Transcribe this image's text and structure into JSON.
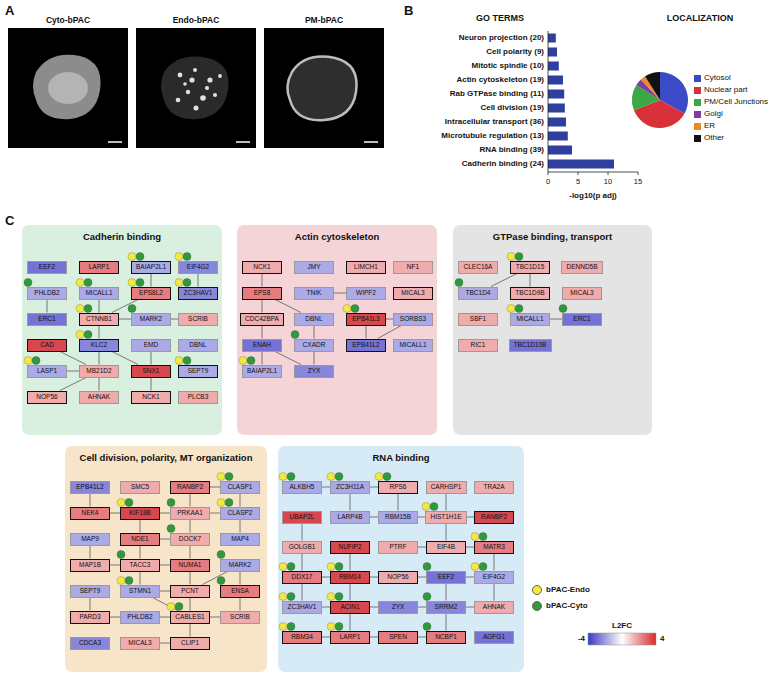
{
  "diagram": {
    "nodes": [
      {
        "text": [
          "Cadherin binding"
        ]
      },
      {
        "text": [
          "EEF2"
        ],
        "in": 0
      },
      {
        "text": [
          "LARP1"
        ],
        "in": 0
      },
      {
        "text": [
          "BAIAP2L1"
        ],
        "in": 0
      },
      {
        "text": [
          "EIF4G2"
        ],
        "in": 0
      },
      {
        "text": [
          "PHLDB2"
        ],
        "in": 0
      },
      {
        "text": [
          "MICALL1"
        ],
        "in": 0
      },
      {
        "text": [
          "EPS8L2"
        ],
        "in": 0
      },
      {
        "text": [
          "ZC3HAV1"
        ],
        "in": 0
      },
      {
        "text": [
          "ERC1"
        ],
        "in": 0
      },
      {
        "text": [
          "CTNNB1"
        ],
        "in": 0
      },
      {
        "text": [
          "MARK2"
        ],
        "in": 0
      },
      {
        "text": [
          "SCRIB"
        ],
        "in": 0
      },
      {
        "text": [
          "CAD"
        ],
        "in": 0
      },
      {
        "text": [
          "KLC2"
        ],
        "in": 0
      },
      {
        "text": [
          "EMD"
        ],
        "in": 0
      },
      {
        "text": [
          "DBNL"
        ],
        "in": 0
      },
      {
        "text": [
          "LASP1"
        ],
        "in": 0
      },
      {
        "text": [
          "MB21D2"
        ],
        "in": 0
      },
      {
        "text": [
          "SNX1"
        ],
        "in": 0
      },
      {
        "text": [
          "SEPT9"
        ],
        "in": 0
      },
      {
        "text": [
          "NOP56"
        ],
        "in": 0
      },
      {
        "text": [
          "AHNAK"
        ],
        "in": 0
      },
      {
        "text": [
          "NCK1"
        ],
        "in": 0
      },
      {
        "text": [
          "PLCB3"
        ],
        "in": 0
      },
      {
        "text": [
          "Actin cytoskeleton"
        ]
      },
      {
        "text": [
          "NCK1"
        ],
        "in": 25
      },
      {
        "text": [
          "JMY"
        ],
        "in": 25
      },
      {
        "text": [
          "LIMCH1"
        ],
        "in": 25
      },
      {
        "text": [
          "NF1"
        ],
        "in": 25
      },
      {
        "text": [
          "EPS8"
        ],
        "in": 25
      },
      {
        "text": [
          "TNIK"
        ],
        "in": 25
      },
      {
        "text": [
          "WIPF2"
        ],
        "in": 25
      },
      {
        "text": [
          "MICAL3"
        ],
        "in": 25
      },
      {
        "text": [
          "CDC42BPA"
        ],
        "in": 25
      },
      {
        "text": [
          "DBNL"
        ],
        "in": 25
      },
      {
        "text": [
          "EPB41L3"
        ],
        "in": 25
      },
      {
        "text": [
          "SORBS3"
        ],
        "in": 25
      },
      {
        "text": [
          "ENAH"
        ],
        "in": 25
      },
      {
        "text": [
          "CXADR"
        ],
        "in": 25
      },
      {
        "text": [
          "EPB41L2"
        ],
        "in": 25
      },
      {
        "text": [
          "MICALL1"
        ],
        "in": 25
      },
      {
        "text": [
          "BAIAP2L1"
        ],
        "in": 25
      },
      {
        "text": [
          "ZYX"
        ],
        "in": 25
      },
      {
        "text": [
          "GTPase binding, transport"
        ]
      },
      {
        "text": [
          "CLEC16A"
        ],
        "in": 44
      },
      {
        "text": [
          "TBC1D15"
        ],
        "in": 44
      },
      {
        "text": [
          "DENND5B"
        ],
        "in": 44
      },
      {
        "text": [
          "TBC1D4"
        ],
        "in": 44
      },
      {
        "text": [
          "TBC1D9B"
        ],
        "in": 44
      },
      {
        "text": [
          "MICAL3"
        ],
        "in": 44
      },
      {
        "text": [
          "SBF1"
        ],
        "in": 44
      },
      {
        "text": [
          "MICALL1"
        ],
        "in": 44
      },
      {
        "text": [
          "ERC1"
        ],
        "in": 44
      },
      {
        "text": [
          "RIC1"
        ],
        "in": 44
      },
      {
        "text": [
          "TBC1D10B"
        ],
        "in": 44
      },
      {
        "text": [
          "Cell division, polarity, MT organization"
        ]
      },
      {
        "text": [
          "EPB41L2"
        ],
        "in": 56
      },
      {
        "text": [
          "SMC5"
        ],
        "in": 56
      },
      {
        "text": [
          "RANBP2"
        ],
        "in": 56
      },
      {
        "text": [
          "CLASP1"
        ],
        "in": 56
      },
      {
        "text": [
          "NEK4"
        ],
        "in": 56
      },
      {
        "text": [
          "KIF18B"
        ],
        "in": 56
      },
      {
        "text": [
          "PRKAA1"
        ],
        "in": 56
      },
      {
        "text": [
          "CLASP2"
        ],
        "in": 56
      },
      {
        "text": [
          "MAP9"
        ],
        "in": 56
      },
      {
        "text": [
          "NDE1"
        ],
        "in": 56
      },
      {
        "text": [
          "DOCK7"
        ],
        "in": 56
      },
      {
        "text": [
          "MAP4"
        ],
        "in": 56
      },
      {
        "text": [
          "MAP1B"
        ],
        "in": 56
      },
      {
        "text": [
          "TACC3"
        ],
        "in": 56
      },
      {
        "text": [
          "NUMA1"
        ],
        "in": 56
      },
      {
        "text": [
          "MARK2"
        ],
        "in": 56
      },
      {
        "text": [
          "SEPT9"
        ],
        "in": 56
      },
      {
        "text": [
          "STMN1"
        ],
        "in": 56
      },
      {
        "text": [
          "PCNT"
        ],
        "in": 56
      },
      {
        "text": [
          "ENSA"
        ],
        "in": 56
      },
      {
        "text": [
          "PARD3"
        ],
        "in": 56
      },
      {
        "text": [
          "PHLDB2"
        ],
        "in": 56
      },
      {
        "text": [
          "CABLES1"
        ],
        "in": 56
      },
      {
        "text": [
          "SCRIB"
        ],
        "in": 56
      },
      {
        "text": [
          "CDCA3"
        ],
        "in": 56
      },
      {
        "text": [
          "MICAL3"
        ],
        "in": 56
      },
      {
        "text": [
          "CLIP1"
        ],
        "in": 56
      },
      {
        "text": [
          "RNA binding"
        ]
      },
      {
        "text": [
          "ALKBH5"
        ],
        "in": 84
      },
      {
        "text": [
          "ZC3H11A"
        ],
        "in": 84
      },
      {
        "text": [
          "RPS6"
        ],
        "in": 84
      },
      {
        "text": [
          "CARHSP1"
        ],
        "in": 84
      },
      {
        "text": [
          "TRA2A"
        ],
        "in": 84
      },
      {
        "text": [
          "UBAP2L"
        ],
        "in": 84
      },
      {
        "text": [
          "LARP4B"
        ],
        "in": 84
      },
      {
        "text": [
          "RBM15B"
        ],
        "in": 84
      },
      {
        "text": [
          "HIST1H1E"
        ],
        "in": 84
      },
      {
        "text": [
          "RANBP2"
        ],
        "in": 84
      },
      {
        "text": [
          "GOLGB1"
        ],
        "in": 84
      },
      {
        "text": [
          "NUFIP2"
        ],
        "in": 84
      },
      {
        "text": [
          "PTRF"
        ],
        "in": 84
      },
      {
        "text": [
          "EIF4B"
        ],
        "in": 84
      },
      {
        "text": [
          "MATR3"
        ],
        "in": 84
      },
      {
        "text": [
          "DDX17"
        ],
        "in": 84
      },
      {
        "text": [
          "RBM14"
        ],
        "in": 84
      },
      {
        "text": [
          "NOP56"
        ],
        "in": 84
      },
      {
        "text": [
          "EEF2"
        ],
        "in": 84
      },
      {
        "text": [
          "EIF4G2"
        ],
        "in": 84
      },
      {
        "text": [
          "ZC3HAV1"
        ],
        "in": 84
      },
      {
        "text": [
          "ACIN1"
        ],
        "in": 84
      },
      {
        "text": [
          "ZYX"
        ],
        "in": 84
      },
      {
        "text": [
          "SRRM2"
        ],
        "in": 84
      },
      {
        "text": [
          "AHNAK"
        ],
        "in": 84
      },
      {
        "text": [
          "RBM34"
        ],
        "in": 84
      },
      {
        "text": [
          "LARP1"
        ],
        "in": 84
      },
      {
        "text": [
          "SPEN"
        ],
        "in": 84
      },
      {
        "text": [
          "NCBP1"
        ],
        "in": 84
      },
      {
        "text": [
          "AGFG1"
        ],
        "in": 84
      }
    ],
    "edges": [
      {
        "from": 3,
        "to": 7,
        "arrow": "none"
      },
      {
        "from": 7,
        "to": 10,
        "arrow": "none"
      },
      {
        "from": 6,
        "to": 10,
        "arrow": "none"
      },
      {
        "from": 10,
        "to": 11,
        "arrow": "none"
      },
      {
        "from": 11,
        "to": 12,
        "arrow": "none"
      },
      {
        "from": 10,
        "to": 14,
        "arrow": "none"
      },
      {
        "from": 14,
        "to": 18,
        "arrow": "none"
      },
      {
        "from": 14,
        "to": 19,
        "arrow": "none"
      },
      {
        "from": 13,
        "to": 18,
        "arrow": "none"
      },
      {
        "from": 17,
        "to": 18,
        "arrow": "none"
      },
      {
        "from": 18,
        "to": 21,
        "arrow": "none"
      },
      {
        "from": 18,
        "to": 22,
        "arrow": "none"
      },
      {
        "from": 19,
        "to": 23,
        "arrow": "none"
      },
      {
        "from": 5,
        "to": 9,
        "arrow": "none"
      },
      {
        "from": 4,
        "to": 8,
        "arrow": "none"
      },
      {
        "from": 15,
        "to": 19,
        "arrow": "none"
      },
      {
        "from": 26,
        "to": 30,
        "arrow": "none"
      },
      {
        "from": 30,
        "to": 34,
        "arrow": "none"
      },
      {
        "from": 30,
        "to": 35,
        "arrow": "none"
      },
      {
        "from": 34,
        "to": 38,
        "arrow": "none"
      },
      {
        "from": 38,
        "to": 42,
        "arrow": "none"
      },
      {
        "from": 38,
        "to": 43,
        "arrow": "none"
      },
      {
        "from": 39,
        "to": 43,
        "arrow": "none"
      },
      {
        "from": 35,
        "to": 39,
        "arrow": "none"
      },
      {
        "from": 36,
        "to": 37,
        "arrow": "none"
      },
      {
        "from": 36,
        "to": 40,
        "arrow": "none"
      },
      {
        "from": 31,
        "to": 32,
        "arrow": "none"
      },
      {
        "from": 37,
        "to": 40,
        "arrow": "none"
      },
      {
        "from": 46,
        "to": 49,
        "arrow": "none"
      },
      {
        "from": 46,
        "to": 48,
        "arrow": "none"
      },
      {
        "from": 52,
        "to": 53,
        "arrow": "none"
      },
      {
        "from": 59,
        "to": 60,
        "arrow": "none"
      },
      {
        "from": 59,
        "to": 63,
        "arrow": "none"
      },
      {
        "from": 60,
        "to": 64,
        "arrow": "none"
      },
      {
        "from": 63,
        "to": 64,
        "arrow": "none"
      },
      {
        "from": 64,
        "to": 68,
        "arrow": "none"
      },
      {
        "from": 61,
        "to": 62,
        "arrow": "none"
      },
      {
        "from": 62,
        "to": 63,
        "arrow": "none"
      },
      {
        "from": 62,
        "to": 66,
        "arrow": "none"
      },
      {
        "from": 66,
        "to": 67,
        "arrow": "none"
      },
      {
        "from": 63,
        "to": 67,
        "arrow": "none"
      },
      {
        "from": 66,
        "to": 70,
        "arrow": "none"
      },
      {
        "from": 67,
        "to": 71,
        "arrow": "none"
      },
      {
        "from": 69,
        "to": 70,
        "arrow": "none"
      },
      {
        "from": 70,
        "to": 71,
        "arrow": "none"
      },
      {
        "from": 70,
        "to": 74,
        "arrow": "none"
      },
      {
        "from": 71,
        "to": 75,
        "arrow": "none"
      },
      {
        "from": 74,
        "to": 75,
        "arrow": "none"
      },
      {
        "from": 72,
        "to": 75,
        "arrow": "none"
      },
      {
        "from": 72,
        "to": 76,
        "arrow": "none"
      },
      {
        "from": 75,
        "to": 79,
        "arrow": "none"
      },
      {
        "from": 74,
        "to": 79,
        "arrow": "none"
      },
      {
        "from": 76,
        "to": 80,
        "arrow": "none"
      },
      {
        "from": 78,
        "to": 79,
        "arrow": "none"
      },
      {
        "from": 79,
        "to": 80,
        "arrow": "none"
      },
      {
        "from": 77,
        "to": 78,
        "arrow": "none"
      },
      {
        "from": 79,
        "to": 83,
        "arrow": "none"
      },
      {
        "from": 82,
        "to": 83,
        "arrow": "none"
      },
      {
        "from": 65,
        "to": 69,
        "arrow": "none"
      },
      {
        "from": 73,
        "to": 77,
        "arrow": "none"
      },
      {
        "from": 57,
        "to": 61,
        "arrow": "none"
      },
      {
        "from": 85,
        "to": 86,
        "arrow": "none"
      },
      {
        "from": 86,
        "to": 87,
        "arrow": "none"
      },
      {
        "from": 86,
        "to": 91,
        "arrow": "none"
      },
      {
        "from": 87,
        "to": 92,
        "arrow": "none"
      },
      {
        "from": 91,
        "to": 92,
        "arrow": "none"
      },
      {
        "from": 92,
        "to": 93,
        "arrow": "none"
      },
      {
        "from": 93,
        "to": 98,
        "arrow": "none"
      },
      {
        "from": 97,
        "to": 98,
        "arrow": "none"
      },
      {
        "from": 98,
        "to": 99,
        "arrow": "none"
      },
      {
        "from": 99,
        "to": 104,
        "arrow": "none"
      },
      {
        "from": 103,
        "to": 104,
        "arrow": "none"
      },
      {
        "from": 102,
        "to": 103,
        "arrow": "none"
      },
      {
        "from": 101,
        "to": 102,
        "arrow": "none"
      },
      {
        "from": 100,
        "to": 101,
        "arrow": "none"
      },
      {
        "from": 100,
        "to": 105,
        "arrow": "none"
      },
      {
        "from": 105,
        "to": 106,
        "arrow": "none"
      },
      {
        "from": 106,
        "to": 107,
        "arrow": "none"
      },
      {
        "from": 107,
        "to": 108,
        "arrow": "none"
      },
      {
        "from": 108,
        "to": 113,
        "arrow": "none"
      },
      {
        "from": 106,
        "to": 111,
        "arrow": "none"
      },
      {
        "from": 110,
        "to": 111,
        "arrow": "none"
      },
      {
        "from": 111,
        "to": 112,
        "arrow": "none"
      },
      {
        "from": 112,
        "to": 113,
        "arrow": "none"
      },
      {
        "from": 101,
        "to": 106,
        "arrow": "none"
      },
      {
        "from": 103,
        "to": 108,
        "arrow": "none"
      },
      {
        "from": 96,
        "to": 101,
        "arrow": "none"
      },
      {
        "from": 95,
        "to": 100,
        "arrow": "none"
      },
      {
        "from": 104,
        "to": 109,
        "arrow": "none"
      },
      {
        "from": 108,
        "to": 109,
        "arrow": "none"
      },
      {
        "from": 90,
        "to": 95,
        "arrow": "none"
      },
      {
        "from": 93,
        "to": 94,
        "arrow": "none"
      },
      {
        "from": 88,
        "to": 93,
        "arrow": "none"
      }
    ],
    "labels": [
      "A",
      "Cyto-bPAC",
      "Endo-bPAC",
      "PM-bPAC",
      "B",
      "GO TERMS",
      "LOCALIZATION",
      "Neuron projection (20)",
      "Cell polarity (9)",
      "Mitotic spindle (10)",
      "Actin cytoskeleton (19)",
      "Rab GTPase binding (11)",
      "Cell division (19)",
      "Intracellular transport (36)",
      "Microtubule regulation (13)",
      "RNA binding (39)",
      "Cadherin binding (24)",
      "0",
      "5",
      "10",
      "15",
      "-log10(p adj)",
      "C",
      "L2FC",
      "-4",
      "4"
    ],
    "legend": [
      {
        "text": "Cytosol",
        "color": "#3b4bc8"
      },
      {
        "text": "Nuclear part",
        "color": "#d9303a"
      },
      {
        "text": "PM/Cell Junctions",
        "color": "#3aa845"
      },
      {
        "text": "Golgi",
        "color": "#7b3fa0"
      },
      {
        "text": "ER",
        "color": "#f08a1c"
      },
      {
        "text": "Other",
        "color": "#111111"
      },
      {
        "text": "bPAC-Endo",
        "color": "#f2ea3a"
      },
      {
        "text": "bPAC-Cyto",
        "color": "#2e9a3c"
      }
    ]
  }
}
